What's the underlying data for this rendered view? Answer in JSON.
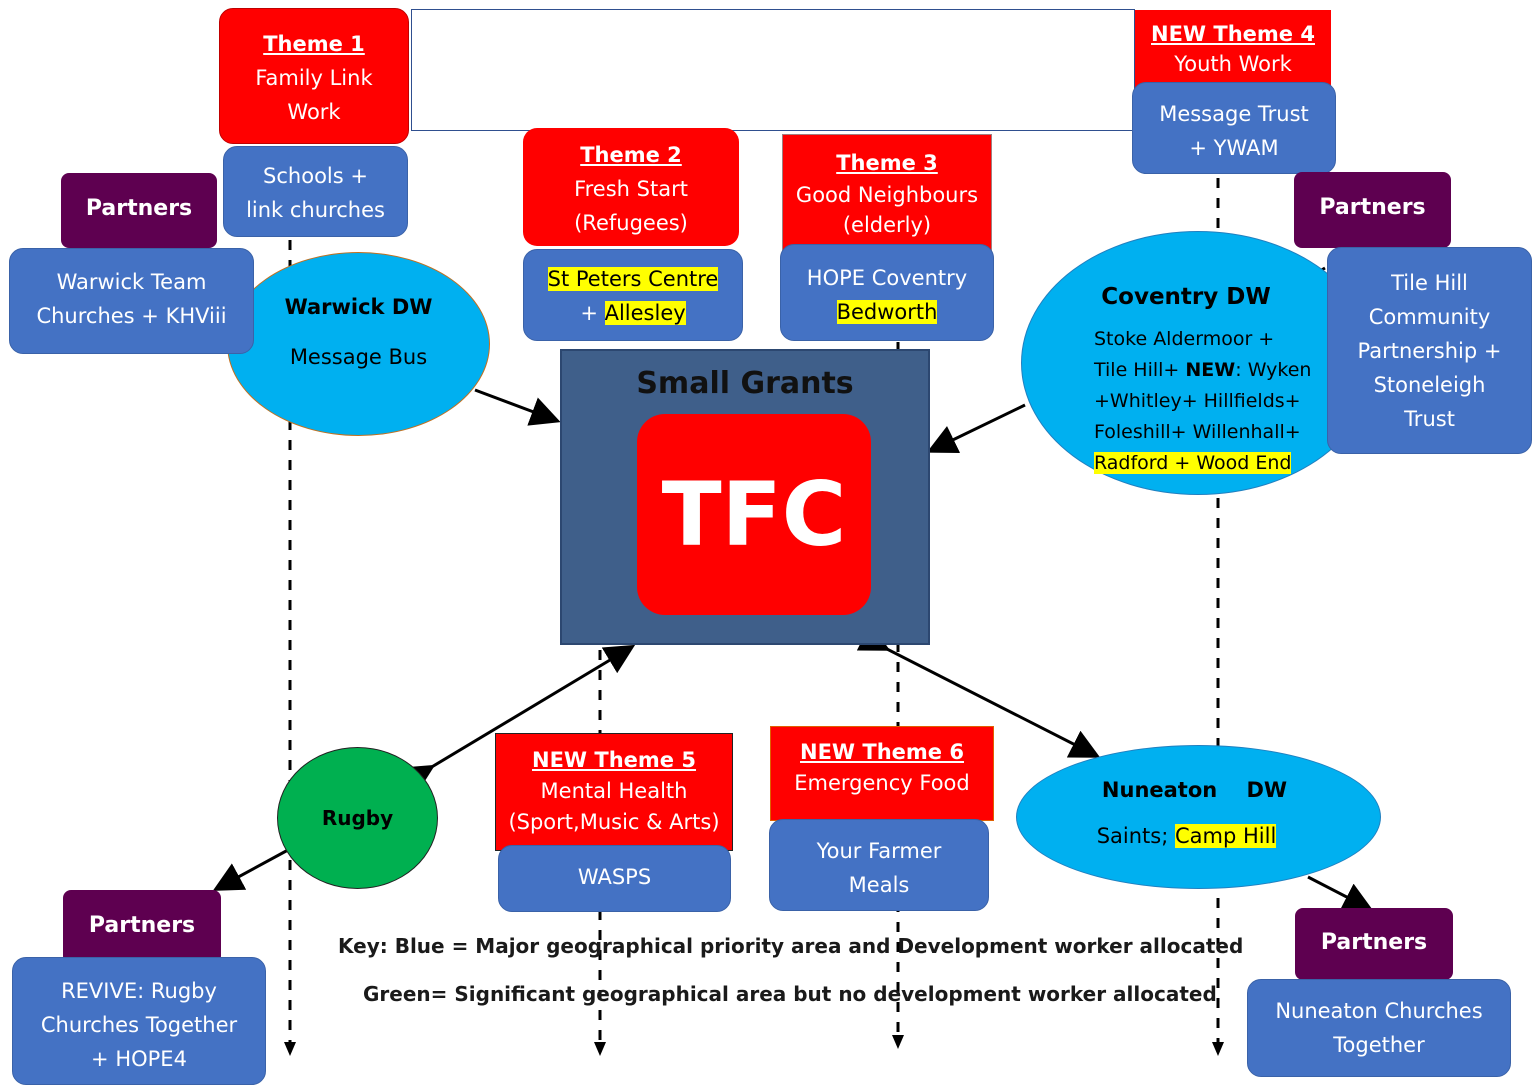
{
  "center": {
    "title": "Small Grants",
    "logo": "TFC"
  },
  "themes": {
    "t1": {
      "title": "Theme 1",
      "lines": [
        "Family Link",
        "Work"
      ]
    },
    "t2": {
      "title": "Theme 2",
      "lines": [
        "Fresh Start",
        "(Refugees)"
      ]
    },
    "t3": {
      "title": "Theme 3",
      "lines": [
        "Good Neighbours",
        "(elderly)"
      ]
    },
    "t4": {
      "title": "NEW Theme 4",
      "lines": [
        "Youth Work"
      ]
    },
    "t5": {
      "title": "NEW Theme 5",
      "lines": [
        "Mental Health",
        "(Sport,Music & Arts)"
      ]
    },
    "t6": {
      "title": "NEW Theme 6",
      "lines": [
        "Emergency Food"
      ]
    }
  },
  "theme_partners": {
    "t1": [
      "Schools +",
      "link churches"
    ],
    "t2": [
      "St Peters Centre",
      "+ ",
      "Allesley"
    ],
    "t3": [
      "HOPE Coventry",
      "Bedworth"
    ],
    "t4": [
      "Message Trust",
      "+ YWAM"
    ],
    "t5": [
      "WASPS"
    ],
    "t6": [
      "Your Farmer",
      "Meals"
    ]
  },
  "areas": {
    "warwick": {
      "title": "Warwick DW",
      "sub": "Message Bus"
    },
    "coventry": {
      "title": "Coventry DW",
      "l1": "Stoke Aldermoor  +",
      "l2a": "Tile Hill+ ",
      "l2b": "NEW",
      "l2c": ": Wyken",
      "l3": "+Whitley+ Hillfields+",
      "l4": "Foleshill+ Willenhall+",
      "l5": "Radford + Wood End"
    },
    "rugby": {
      "title": "Rugby"
    },
    "nuneaton": {
      "title": "Nuneaton    DW",
      "sub_a": "Saints; ",
      "sub_b": "Camp Hill"
    }
  },
  "partners_label": "Partners",
  "partners": {
    "warwick": [
      "Warwick Team",
      "Churches + KHViii"
    ],
    "coventry": [
      "Tile Hill",
      "Community",
      "Partnership +",
      "Stoneleigh",
      "Trust"
    ],
    "rugby": [
      "REVIVE: Rugby",
      "Churches Together",
      "+ HOPE4"
    ],
    "nuneaton": [
      "Nuneaton Churches",
      "Together"
    ]
  },
  "key": {
    "line1": "Key: Blue = Major geographical priority area and Development worker allocated",
    "line2": "Green= Significant geographical area but no development worker allocated"
  },
  "colors": {
    "theme_red": "#ff0000",
    "partner_blue": "#4472c4",
    "area_blue": "#00b0f0",
    "rugby_green": "#00b050",
    "partners_purple": "#5e0050",
    "center_navy": "#3f5f8a",
    "highlight": "#ffff00"
  }
}
